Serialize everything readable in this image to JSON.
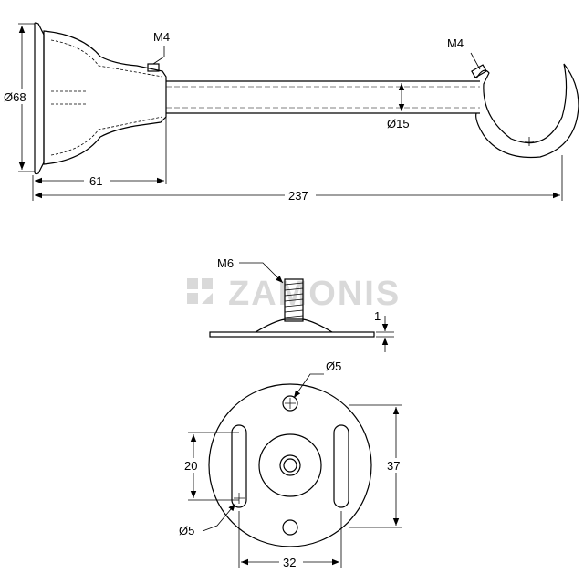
{
  "watermark": {
    "brand": "ZAMONIS"
  },
  "bracket": {
    "labels": {
      "base_diameter": "Ø68",
      "screw_top": "M4",
      "screw_hook": "M4",
      "rod_diameter": "Ø15",
      "base_length": "61",
      "total_length": "237"
    }
  },
  "plate_side": {
    "labels": {
      "thread": "M6",
      "thickness": "1"
    }
  },
  "plate_front": {
    "labels": {
      "hole_top": "Ø5",
      "slot_hole": "Ø5",
      "slot_length": "20",
      "height": "37",
      "width": "32"
    }
  },
  "colors": {
    "line": "#000000",
    "watermark": "#d9d9d9"
  }
}
